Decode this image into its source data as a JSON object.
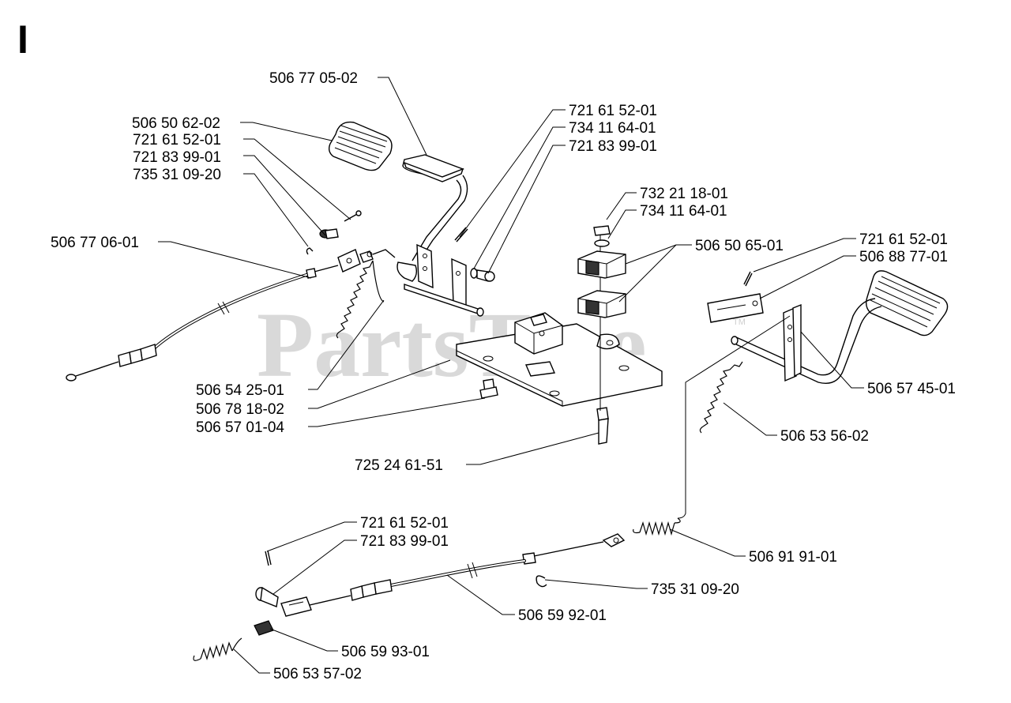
{
  "section_letter": "I",
  "watermark": "PartsTree",
  "watermark_tm": "TM",
  "labels": {
    "l_506_77_05_02": "506 77 05-02",
    "l_506_50_62_02": "506 50 62-02",
    "l_721_61_52_01_a": "721 61 52-01",
    "l_721_83_99_01_a": "721 83 99-01",
    "l_735_31_09_20_a": "735 31 09-20",
    "l_506_77_06_01": "506 77 06-01",
    "l_721_61_52_01_b": "721 61 52-01",
    "l_734_11_64_01_a": "734 11 64-01",
    "l_721_83_99_01_b": "721 83 99-01",
    "l_732_21_18_01": "732 21 18-01",
    "l_734_11_64_01_b": "734 11 64-01",
    "l_506_50_65_01": "506 50 65-01",
    "l_721_61_52_01_c": "721 61 52-01",
    "l_506_88_77_01": "506 88 77-01",
    "l_506_57_45_01": "506 57 45-01",
    "l_506_54_25_01": "506 54 25-01",
    "l_506_78_18_02": "506 78 18-02",
    "l_506_57_01_04": "506 57 01-04",
    "l_725_24_61_51": "725 24 61-51",
    "l_506_53_56_02": "506 53 56-02",
    "l_721_61_52_01_d": "721 61 52-01",
    "l_721_83_99_01_c": "721 83 99-01",
    "l_506_91_91_01": "506 91 91-01",
    "l_735_31_09_20_b": "735 31 09-20",
    "l_506_59_92_01": "506 59 92-01",
    "l_506_59_93_01": "506 59 93-01",
    "l_506_53_57_02": "506 53 57-02"
  }
}
